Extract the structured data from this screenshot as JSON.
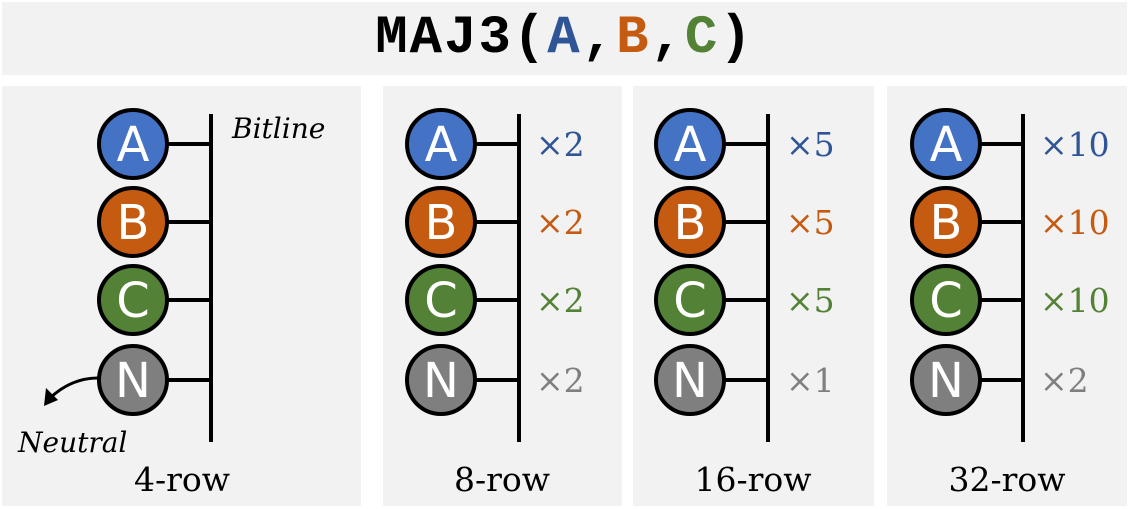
{
  "title": {
    "prefix": "MAJ3(",
    "arg_a": "A",
    "sep1": ",",
    "arg_b": "B",
    "sep2": ",",
    "arg_c": "C",
    "suffix": ")"
  },
  "colors": {
    "a": "#4472c4",
    "b": "#c55a11",
    "c": "#538135",
    "n": "#7f7f7f",
    "a_text": "#2f5597",
    "b_text": "#c55a11",
    "c_text": "#538135",
    "n_text": "#7f7f7f",
    "panel_bg": "#f2f2f2"
  },
  "bitline_label": "Bitline",
  "neutral_label": "Neutral",
  "panels": [
    {
      "label": "4-row",
      "cells": [
        {
          "letter": "A",
          "color_key": "a",
          "count": ""
        },
        {
          "letter": "B",
          "color_key": "b",
          "count": ""
        },
        {
          "letter": "C",
          "color_key": "c",
          "count": ""
        },
        {
          "letter": "N",
          "color_key": "n",
          "count": ""
        }
      ]
    },
    {
      "label": "8-row",
      "cells": [
        {
          "letter": "A",
          "color_key": "a",
          "count": "×2"
        },
        {
          "letter": "B",
          "color_key": "b",
          "count": "×2"
        },
        {
          "letter": "C",
          "color_key": "c",
          "count": "×2"
        },
        {
          "letter": "N",
          "color_key": "n",
          "count": "×2"
        }
      ]
    },
    {
      "label": "16-row",
      "cells": [
        {
          "letter": "A",
          "color_key": "a",
          "count": "×5"
        },
        {
          "letter": "B",
          "color_key": "b",
          "count": "×5"
        },
        {
          "letter": "C",
          "color_key": "c",
          "count": "×5"
        },
        {
          "letter": "N",
          "color_key": "n",
          "count": "×1"
        }
      ]
    },
    {
      "label": "32-row",
      "cells": [
        {
          "letter": "A",
          "color_key": "a",
          "count": "×10"
        },
        {
          "letter": "B",
          "color_key": "b",
          "count": "×10"
        },
        {
          "letter": "C",
          "color_key": "c",
          "count": "×10"
        },
        {
          "letter": "N",
          "color_key": "n",
          "count": "×2"
        }
      ]
    }
  ]
}
